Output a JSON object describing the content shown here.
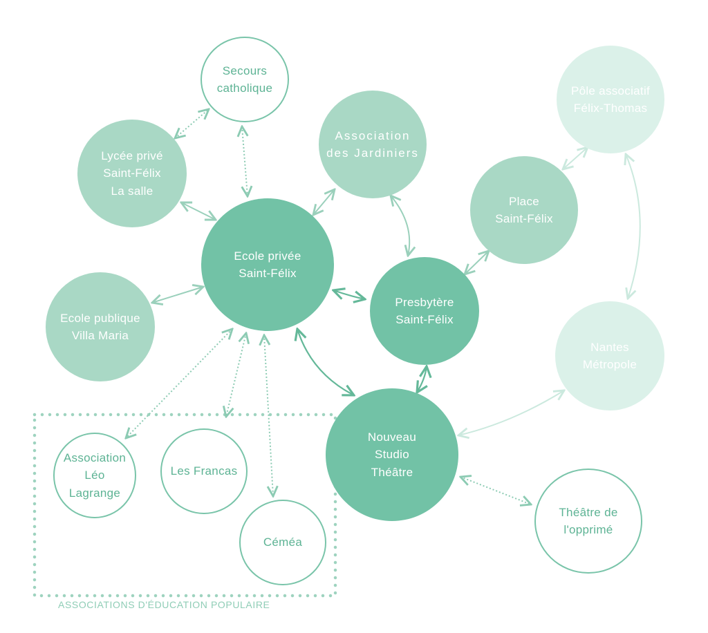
{
  "colors": {
    "dark": "#72c2a6",
    "mid": "#a9d8c5",
    "light": "#dbf1e9",
    "outline": "#79c4a9",
    "outline_text": "#5db394",
    "arrow_dark": "#64b899",
    "arrow_mid": "#9ad0bb",
    "arrow_light": "#cbe9de",
    "dotted": "#8ccbb3"
  },
  "nodes": {
    "secours": "Secours\ncatholique",
    "lycee": "Lycée privé\nSaint-Félix\nLa salle",
    "jardiniers": "Association\ndes Jardiniers",
    "pole": "Pôle associatif\nFélix-Thomas",
    "place": "Place\nSaint-Félix",
    "ecole_privee": "Ecole privée\nSaint-Félix",
    "presbytere": "Presbytère\nSaint-Félix",
    "ecole_publique": "Ecole publique\nVilla Maria",
    "nantes": "Nantes\nMétropole",
    "studio": "Nouveau\nStudio\nThéâtre",
    "leo": "Association\nLéo\nLagrange",
    "francas": "Les Francas",
    "cemea": "Céméa",
    "opprime": "Théâtre de\nl'opprimé"
  },
  "group_caption": "ASSOCIATIONS D'ÉDUCATION POPULAIRE"
}
